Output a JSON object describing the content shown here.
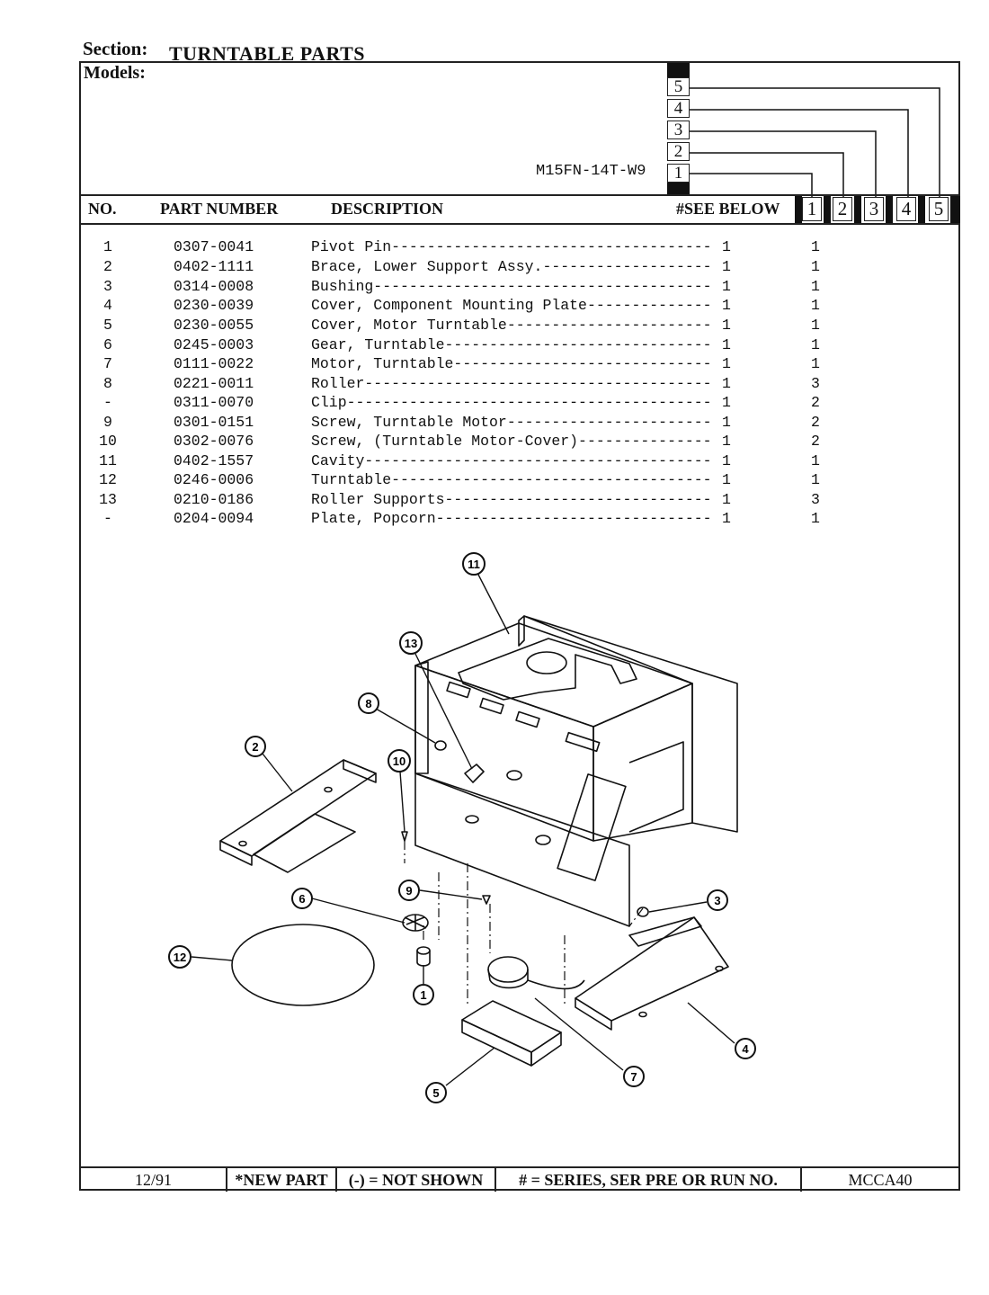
{
  "section": {
    "label": "Section:",
    "title": "TURNTABLE PARTS"
  },
  "models": {
    "label": "Models:",
    "model_name": "M15FN-14T-W9",
    "model_columns": [
      "5",
      "4",
      "3",
      "2",
      "1"
    ]
  },
  "header": {
    "no": "NO.",
    "part_number": "PART NUMBER",
    "description": "DESCRIPTION",
    "see_below": "#SEE BELOW",
    "columns": [
      "1",
      "2",
      "3",
      "4",
      "5"
    ]
  },
  "parts": [
    {
      "no": "1",
      "pn": "0307-0041",
      "desc": "Pivot Pin",
      "q1": "1",
      "q2": "1"
    },
    {
      "no": "2",
      "pn": "0402-1111",
      "desc": "Brace, Lower Support Assy.",
      "q1": "1",
      "q2": "1"
    },
    {
      "no": "3",
      "pn": "0314-0008",
      "desc": "Bushing",
      "q1": "1",
      "q2": "1"
    },
    {
      "no": "4",
      "pn": "0230-0039",
      "desc": "Cover, Component Mounting Plate",
      "q1": "1",
      "q2": "1"
    },
    {
      "no": "5",
      "pn": "0230-0055",
      "desc": "Cover, Motor Turntable",
      "q1": "1",
      "q2": "1"
    },
    {
      "no": "6",
      "pn": "0245-0003",
      "desc": "Gear, Turntable",
      "q1": "1",
      "q2": "1"
    },
    {
      "no": "7",
      "pn": "0111-0022",
      "desc": "Motor, Turntable",
      "q1": "1",
      "q2": "1"
    },
    {
      "no": "8",
      "pn": "0221-0011",
      "desc": "Roller",
      "q1": "1",
      "q2": "3"
    },
    {
      "no": "-",
      "pn": "0311-0070",
      "desc": "Clip",
      "q1": "1",
      "q2": "2"
    },
    {
      "no": "9",
      "pn": "0301-0151",
      "desc": "Screw, Turntable Motor",
      "q1": "1",
      "q2": "2"
    },
    {
      "no": "10",
      "pn": "0302-0076",
      "desc": "Screw, (Turntable Motor-Cover)",
      "q1": "1",
      "q2": "2"
    },
    {
      "no": "11",
      "pn": "0402-1557",
      "desc": "Cavity",
      "q1": "1",
      "q2": "1"
    },
    {
      "no": "12",
      "pn": "0246-0006",
      "desc": "Turntable",
      "q1": "1",
      "q2": "1"
    },
    {
      "no": "13",
      "pn": "0210-0186",
      "desc": "Roller Supports",
      "q1": "1",
      "q2": "3"
    },
    {
      "no": "-",
      "pn": "0204-0094",
      "desc": "Plate, Popcorn",
      "q1": "1",
      "q2": "1"
    }
  ],
  "callouts": [
    "11",
    "13",
    "8",
    "2",
    "10",
    "9",
    "3",
    "6",
    "12",
    "1",
    "4",
    "7",
    "5"
  ],
  "footer": {
    "date": "12/91",
    "new_part": "*NEW PART",
    "not_shown": "(-) = NOT SHOWN",
    "series": "# = SERIES, SER PRE OR RUN NO.",
    "code": "MCCA40"
  }
}
